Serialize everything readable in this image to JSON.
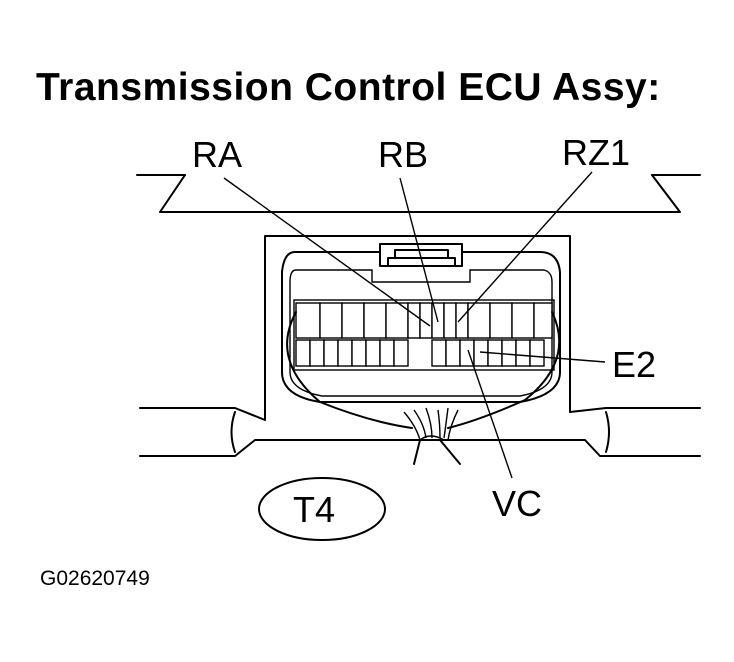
{
  "title": "Transmission Control ECU Assy:",
  "terminals": {
    "ra": "RA",
    "rb": "RB",
    "rz1": "RZ1",
    "e2": "E2",
    "vc": "VC"
  },
  "connector_id": "T4",
  "figure_code": "G02620749"
}
